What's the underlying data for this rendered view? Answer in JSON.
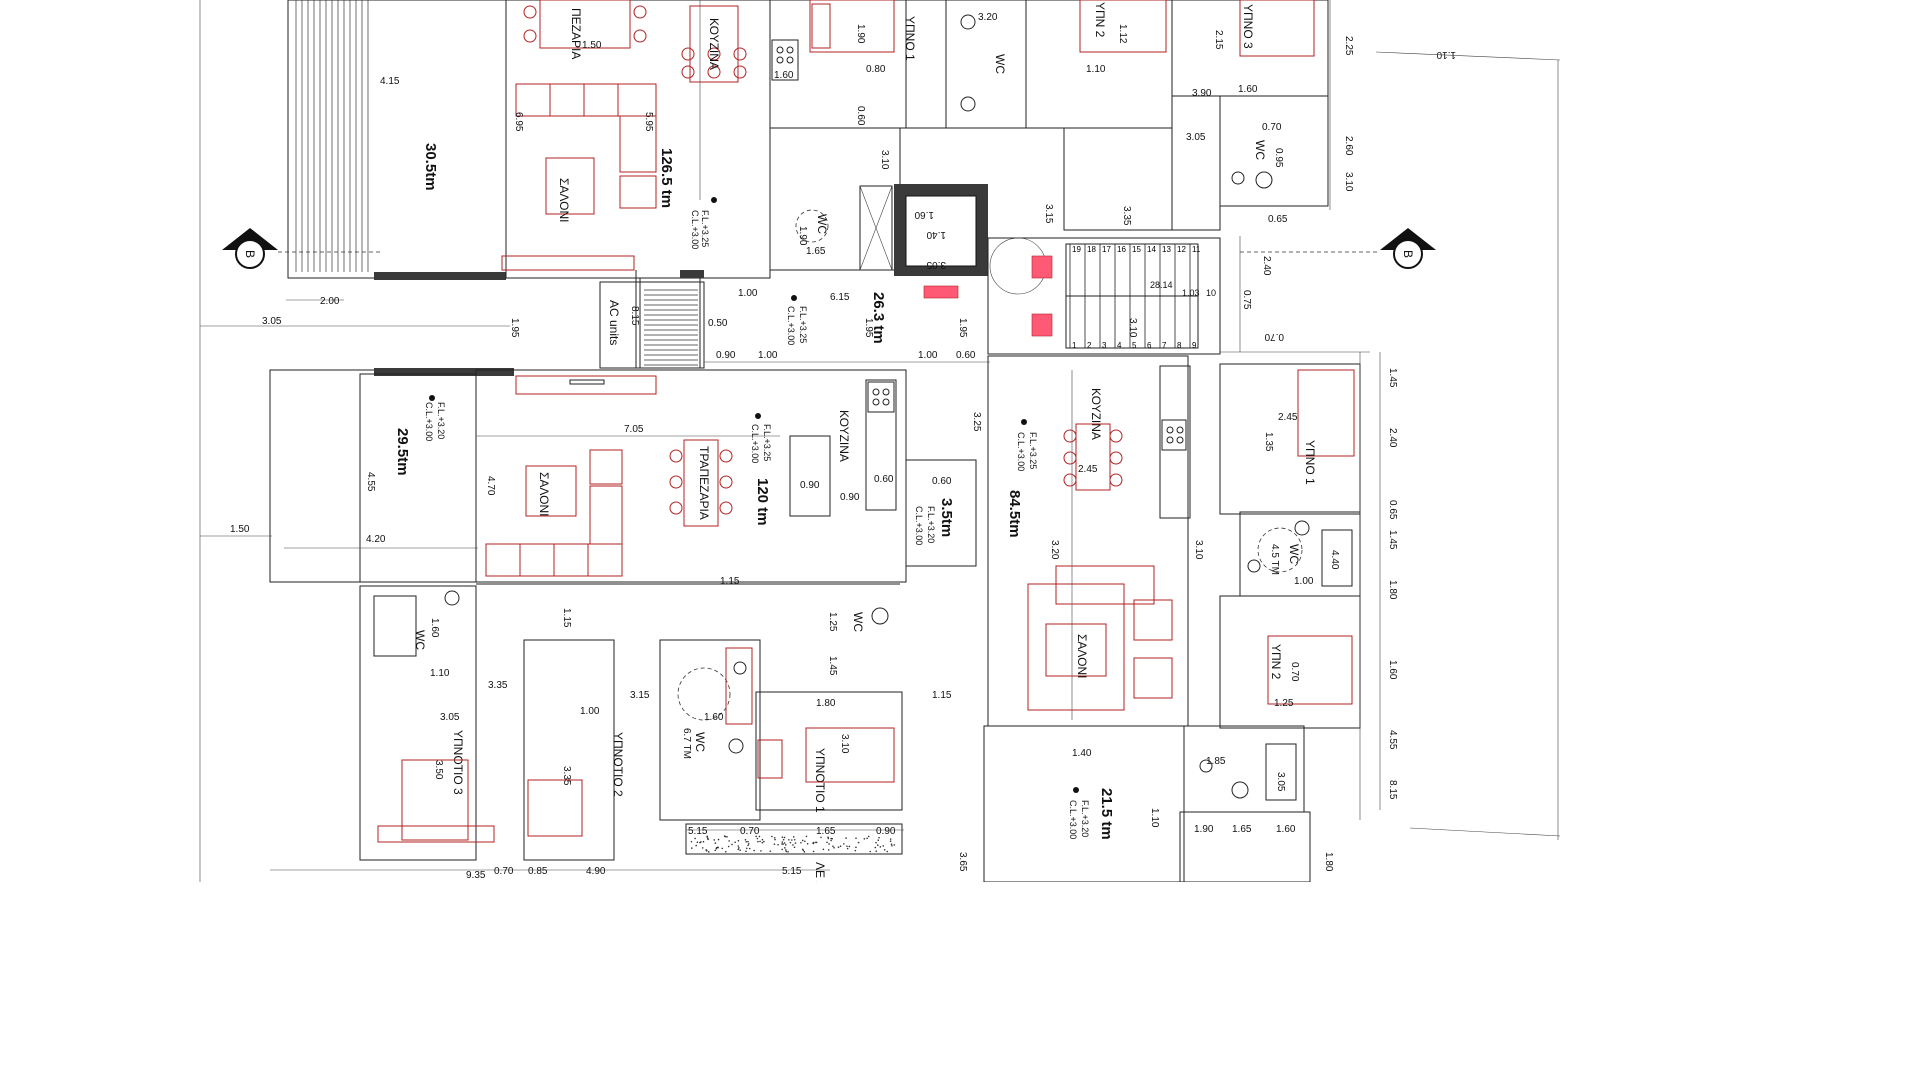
{
  "section_marker": {
    "letter": "B"
  },
  "areas": {
    "top_left_terrace": "30.5tm",
    "top_apartment": "126.5 tm",
    "corridor": "26.3 tm",
    "mid_left_terrace": "29.5tm",
    "left_apartment": "120 tm",
    "balcony_small": "3.5tm",
    "right_apartment": "84.5tm",
    "bottom_right_terrace": "21.5 tm",
    "wc_right_area": "4.5 TM",
    "wc_bottom_area": "6.7 TM"
  },
  "rooms": {
    "kitchen": "ΚΟΥΖΙΝΑ",
    "living": "ΣΑΛΟΝΙ",
    "dining": "ΤΡΑΠΕΖΑΡΙΑ",
    "dining_cut": "ΠΕΖΑΡΙΑ",
    "wc": "WC",
    "bedroom1": "ΥΠΝΟ 1",
    "bedroom1_full": "ΥΠΝΟΤΙΟ 1",
    "bedroom2": "ΥΠΝ 2",
    "bedroom2_full": "ΥΠΝΟΤΙΟ 2",
    "bedroom3": "ΥΠΝΟΤΙΟ 3",
    "bedroom3_top": "ΥΠΝΟ 3",
    "ac_units": "AC units",
    "cut_label": "ΛΕ ΧΑ"
  },
  "levels": {
    "fl_325": "F.L.+3.25",
    "cl_300": "C.L.+3.00",
    "fl_320": "F.L.+3.20"
  },
  "dimensions": [
    "4.15",
    "6.95",
    "5.95",
    "1.50",
    "2.00",
    "3.05",
    "1.95",
    "0.50",
    "1.00",
    "6.15",
    "0.90",
    "1.00",
    "1.00",
    "0.60",
    "1.95",
    "7.05",
    "4.70",
    "4.55",
    "4.20",
    "1.50",
    "0.90",
    "0.90",
    "0.60",
    "1.15",
    "1.15",
    "1.60",
    "0.60",
    "1.10",
    "3.35",
    "3.05",
    "1.00",
    "3.15",
    "1.80",
    "1.60",
    "3.50",
    "3.35",
    "3.10",
    "9.35",
    "0.70",
    "0.85",
    "4.90",
    "5.15",
    "0.70",
    "1.65",
    "1.90",
    "0.90",
    "3.10",
    "3.15",
    "0.60",
    "0.60",
    "1.15",
    "0.80",
    "0.60",
    "1.60",
    "3.10",
    "3.15",
    "3.35",
    "3.20",
    "1.12",
    "1.10",
    "2.15",
    "1.60",
    "3.90",
    "3.05",
    "0.70",
    "0.95",
    "2.25",
    "1.10",
    "2.60",
    "3.10",
    "0.65",
    "2.40",
    "0.75",
    "0.70",
    "1.45",
    "2.40",
    "0.65",
    "1.45",
    "1.80",
    "1.60",
    "4.55",
    "8.15",
    "1.15",
    "3.10",
    "3.25",
    "1.85",
    "2.45",
    "3.20",
    "3.10",
    "2.45",
    "1.35",
    "4.40",
    "3.65",
    "1.00",
    "0.70",
    "1.25",
    "1.85",
    "3.05",
    "1.40",
    "1.10",
    "1.90",
    "1.65",
    "1.60",
    "1.80"
  ],
  "stair_numbers_top": [
    "19",
    "18",
    "17",
    "16",
    "15",
    "14",
    "13",
    "12",
    "11"
  ],
  "stair_numbers_bottom": [
    "1",
    "2",
    "3",
    "4",
    "5",
    "6",
    "7",
    "8",
    "9"
  ],
  "stair_misc": [
    "10",
    "28.14",
    "1.03"
  ],
  "colors": {
    "furniture": "#b22222",
    "fire_panel": "#ff5a75",
    "lines": "#111111"
  }
}
